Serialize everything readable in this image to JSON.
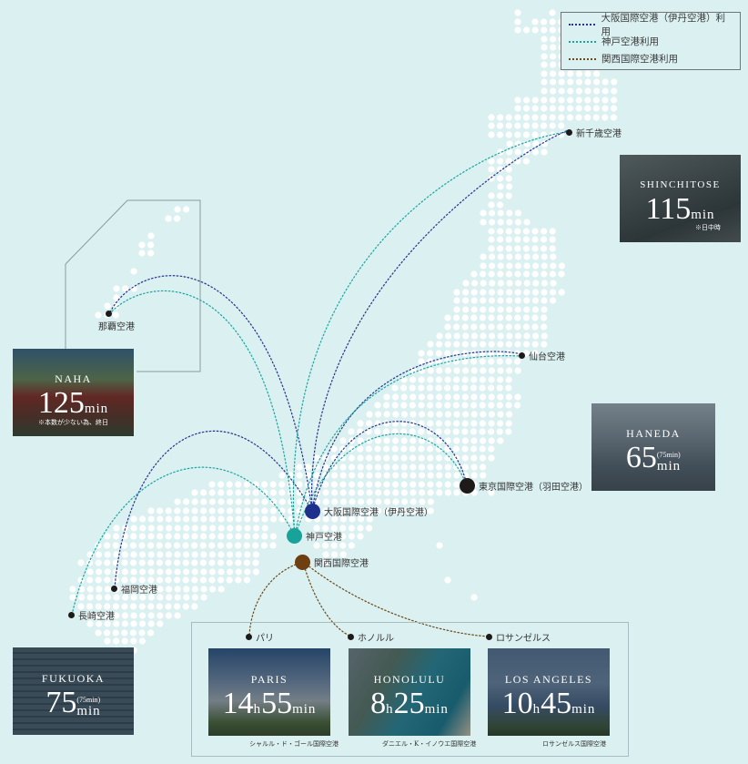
{
  "legend": {
    "items": [
      {
        "label": "大阪国際空港（伊丹空港）利用",
        "color": "#26348e"
      },
      {
        "label": "神戸空港利用",
        "color": "#1aa6a0"
      },
      {
        "label": "関西国際空港利用",
        "color": "#6a4a1c"
      }
    ]
  },
  "hubs": {
    "itami": {
      "label": "大阪国際空港（伊丹空港）",
      "color": "#1e2f8c"
    },
    "kobe": {
      "label": "神戸空港",
      "color": "#17a39a"
    },
    "kansai": {
      "label": "関西国際空港",
      "color": "#6e3f10"
    }
  },
  "airports": {
    "shinchitose": "新千歳空港",
    "sendai": "仙台空港",
    "haneda": "東京国際空港（羽田空港）",
    "naha": "那覇空港",
    "fukuoka": "福岡空港",
    "nagasaki": "長崎空港",
    "paris": "パリ",
    "honolulu": "ホノルル",
    "losangeles": "ロサンゼルス"
  },
  "cards": {
    "shinchitose": {
      "city": "SHINCHITOSE",
      "time": "115",
      "unit": "min",
      "note": "※日中時"
    },
    "naha": {
      "city": "NAHA",
      "time": "125",
      "unit": "min",
      "note": "※本数が少ない為、終日"
    },
    "haneda": {
      "city": "HANEDA",
      "time": "65",
      "unit": "min",
      "alt": "(75min)"
    },
    "fukuoka": {
      "city": "FUKUOKA",
      "time": "75",
      "unit": "min",
      "alt": "(75min)"
    },
    "paris": {
      "city": "PARIS",
      "hours": "14",
      "h": "h",
      "mins": "55",
      "unit": "min",
      "airport": "シャルル・ド・ゴール国際空港"
    },
    "honolulu": {
      "city": "HONOLULU",
      "hours": "8",
      "h": "h",
      "mins": "25",
      "unit": "min",
      "airport": "ダニエル・K・イノウエ国際空港"
    },
    "losangeles": {
      "city": "LOS ANGELES",
      "hours": "10",
      "h": "h",
      "mins": "45",
      "unit": "min",
      "airport": "ロサンゼルス国際空港"
    }
  },
  "colors": {
    "background": "#dbf0f1",
    "dot": "#ffffff",
    "itami_route": "#26348e",
    "kobe_route": "#1aa6a0",
    "kansai_route": "#6a4a1c"
  }
}
